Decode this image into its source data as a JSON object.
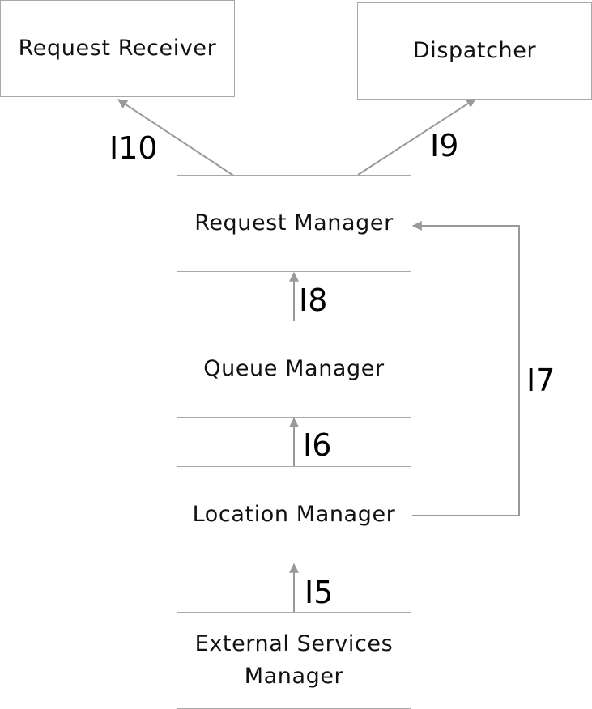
{
  "nodes": {
    "request_receiver": "Request Receiver",
    "dispatcher": "Dispatcher",
    "request_manager": "Request Manager",
    "queue_manager": "Queue Manager",
    "location_manager": "Location Manager",
    "external_services_manager_line1": "External Services",
    "external_services_manager_line2": "Manager"
  },
  "interfaces": {
    "i10": "I10",
    "i9": "I9",
    "i8": "I8",
    "i7": "I7",
    "i6": "I6",
    "i5": "I5"
  },
  "colors": {
    "border": "#a8a8a8",
    "arrow": "#999999",
    "text": "#111111"
  }
}
